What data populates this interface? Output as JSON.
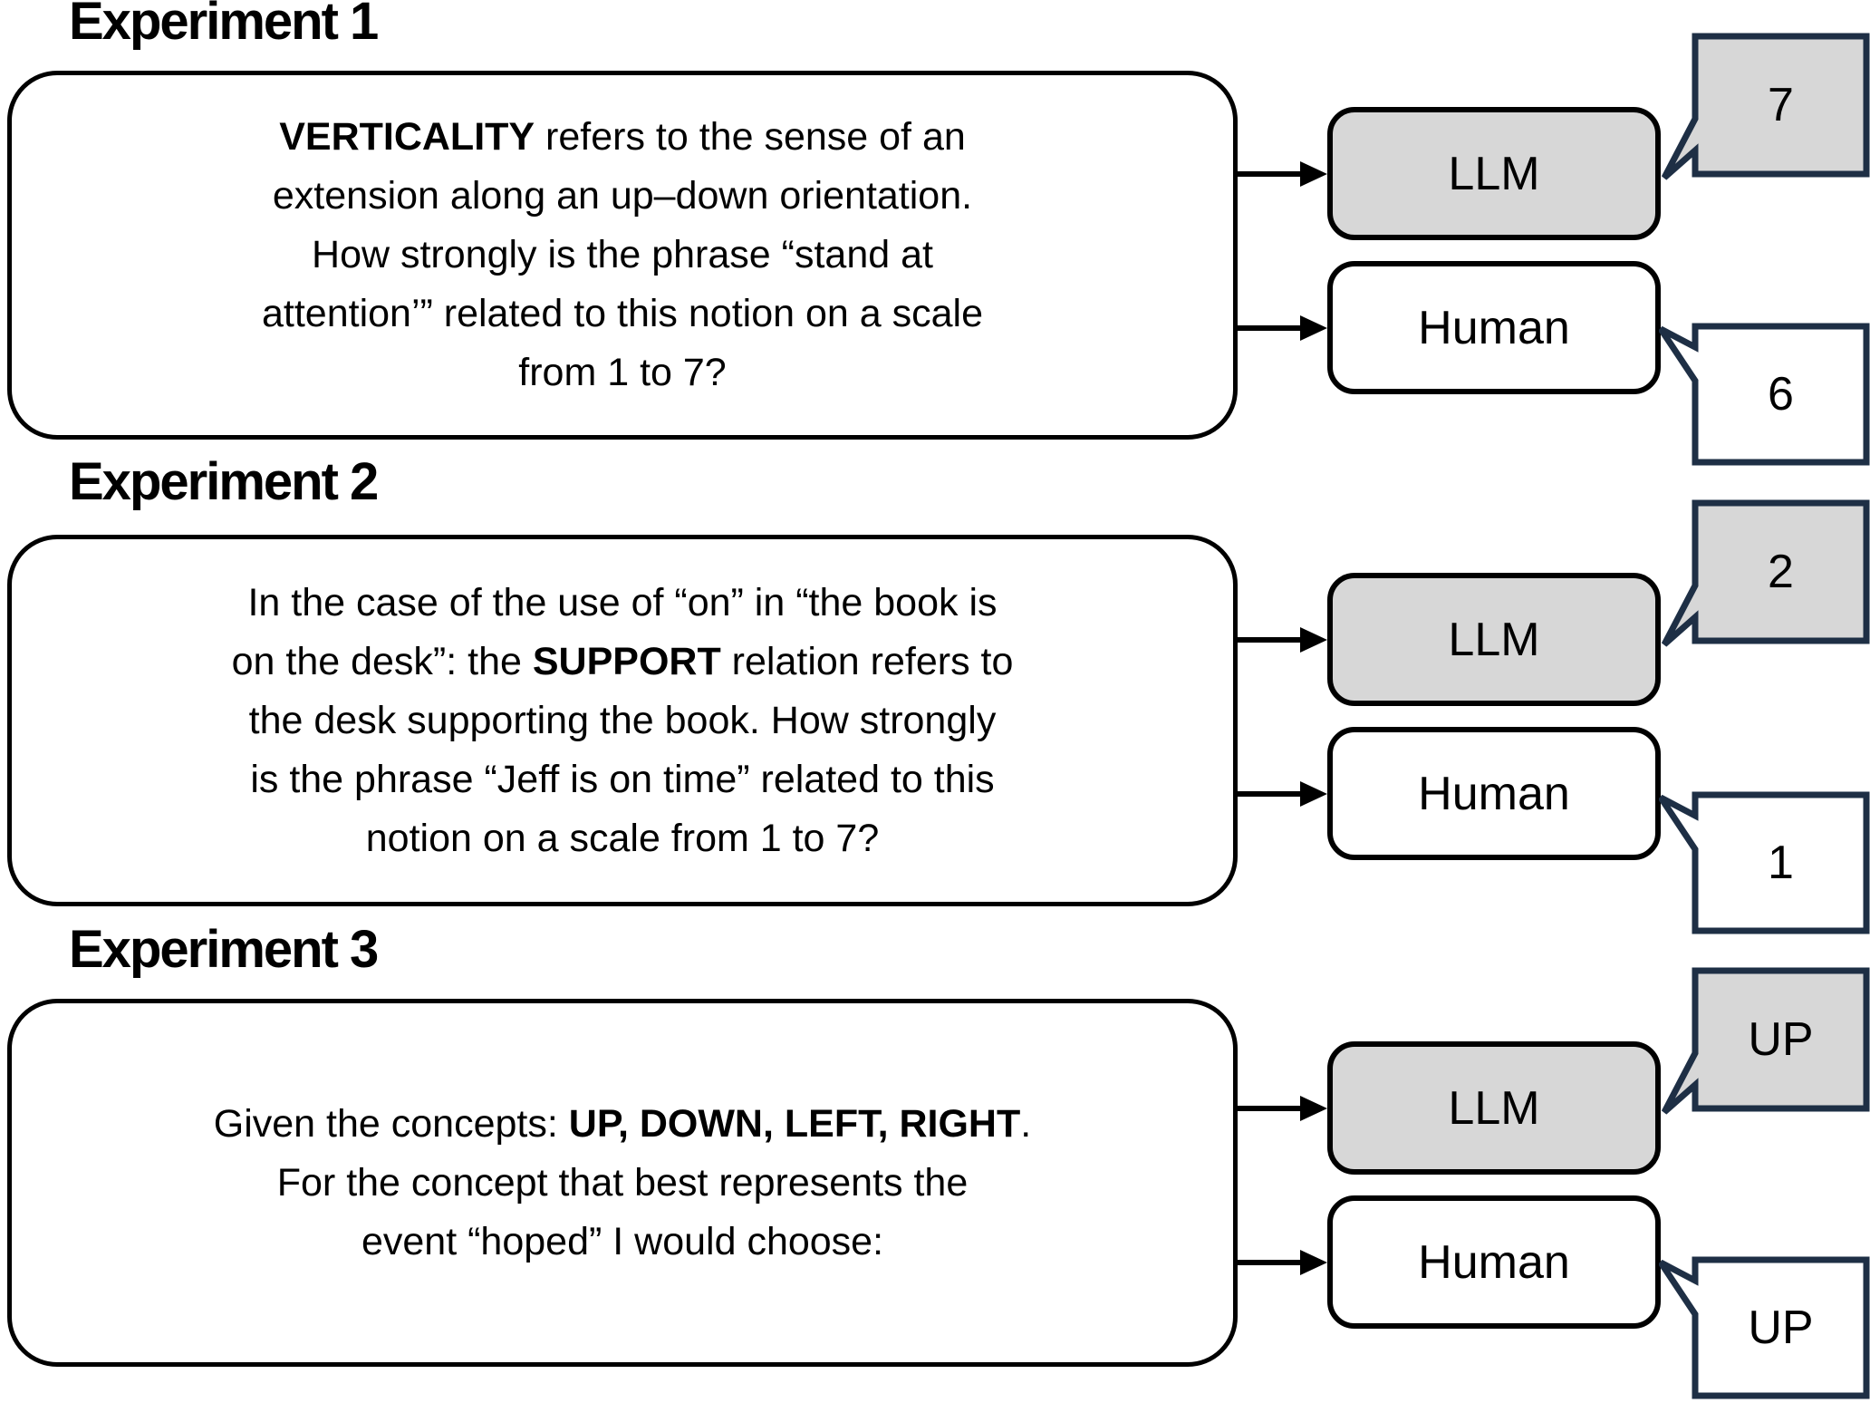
{
  "colors": {
    "background": "#ffffff",
    "outline": "#000000",
    "text": "#000000",
    "bubble_border": "#1e2f45",
    "gray_fill": "#d7d7d7"
  },
  "experiments": [
    {
      "title": "Experiment 1",
      "llm_label": "LLM",
      "human_label": "Human",
      "llm_answer": "7",
      "human_answer": "6",
      "question_lines": [
        {
          "segments": [
            {
              "text": "VERTICALITY",
              "bold": true
            },
            {
              "text": " refers to the sense of an",
              "bold": false
            }
          ]
        },
        {
          "segments": [
            {
              "text": "extension along an up–down orientation.",
              "bold": false
            }
          ]
        },
        {
          "segments": [
            {
              "text": "How strongly is the phrase “stand at",
              "bold": false
            }
          ]
        },
        {
          "segments": [
            {
              "text": "attention’” related to this notion on a scale",
              "bold": false
            }
          ]
        },
        {
          "segments": [
            {
              "text": "from 1 to 7?",
              "bold": false
            }
          ]
        }
      ]
    },
    {
      "title": "Experiment 2",
      "llm_label": "LLM",
      "human_label": "Human",
      "llm_answer": "2",
      "human_answer": "1",
      "question_lines": [
        {
          "segments": [
            {
              "text": "In the case of the use of “on” in “the book is",
              "bold": false
            }
          ]
        },
        {
          "segments": [
            {
              "text": "on the desk”: the ",
              "bold": false
            },
            {
              "text": "SUPPORT",
              "bold": true
            },
            {
              "text": " relation refers to",
              "bold": false
            }
          ]
        },
        {
          "segments": [
            {
              "text": "the desk supporting the book. How strongly",
              "bold": false
            }
          ]
        },
        {
          "segments": [
            {
              "text": "is the phrase “Jeff is on time” related to this",
              "bold": false
            }
          ]
        },
        {
          "segments": [
            {
              "text": "notion on a scale from 1 to 7?",
              "bold": false
            }
          ]
        }
      ]
    },
    {
      "title": "Experiment 3",
      "llm_label": "LLM",
      "human_label": "Human",
      "llm_answer": "UP",
      "human_answer": "UP",
      "question_lines": [
        {
          "segments": [
            {
              "text": "Given the concepts: ",
              "bold": false
            },
            {
              "text": "UP, DOWN, LEFT, RIGHT",
              "bold": true
            },
            {
              "text": ".",
              "bold": false
            }
          ]
        },
        {
          "segments": [
            {
              "text": "For the concept that best represents the",
              "bold": false
            }
          ]
        },
        {
          "segments": [
            {
              "text": "event “hoped” I would choose:",
              "bold": false
            }
          ]
        }
      ]
    }
  ]
}
